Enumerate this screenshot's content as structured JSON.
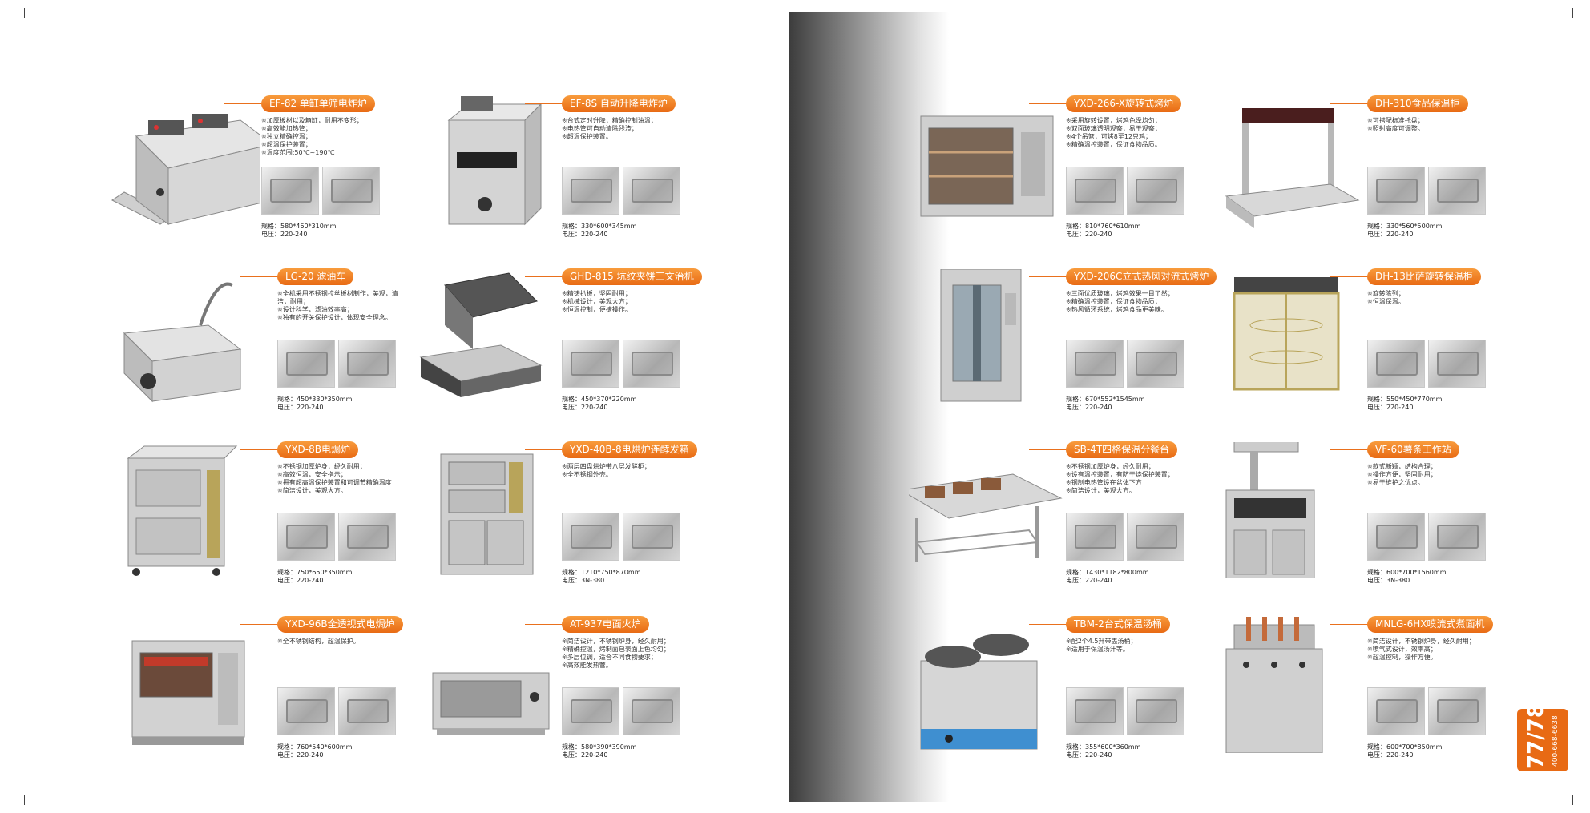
{
  "page_number": "77/78",
  "phone": "400-668-6638",
  "accent_color": "#e86a14",
  "products": [
    {
      "id": "ef82",
      "title": "EF-82 单缸单筛电炸炉",
      "features": [
        "加厚板材以及箱缸，耐用不变形；",
        "高效能加热管；",
        "独立精确控温；",
        "超温保护装置；",
        "温度范围:50℃~190℃"
      ],
      "spec_size": "规格：580*460*310mm",
      "spec_voltage": "电压：220-240"
    },
    {
      "id": "ef8s",
      "title": "EF-8S 自动升降电炸炉",
      "features": [
        "台式定时升降，精确控制油温；",
        "电热管可自动清除残渣；",
        "超温保护装置。"
      ],
      "spec_size": "规格：330*600*345mm",
      "spec_voltage": "电压：220-240"
    },
    {
      "id": "lg20",
      "title": "LG-20  滤油车",
      "features": [
        "全机采用不锈钢拉丝板材制作，美观，清洁，耐用；",
        "设计科学，滤油效率高；",
        "独有的开关保护设计，体现安全理念。"
      ],
      "spec_size": "规格：450*330*350mm",
      "spec_voltage": "电压：220-240"
    },
    {
      "id": "ghd815",
      "title": "GHD-815 坑纹夹饼三文治机",
      "features": [
        "精铸扒板，坚固耐用；",
        "机械设计，美观大方；",
        "恒温控制，便捷操作。"
      ],
      "spec_size": "规格：450*370*220mm",
      "spec_voltage": "电压：220-240"
    },
    {
      "id": "yxd8b",
      "title": "YXD-8B电焗炉",
      "features": [
        "不锈钢加厚炉身，经久耐用；",
        "高效恒温，安全指示；",
        "拥有超高温保护装置和可调节精确温度",
        "简洁设计，美观大方。"
      ],
      "spec_size": "规格：750*650*350mm",
      "spec_voltage": "电压：220-240"
    },
    {
      "id": "yxd40b",
      "title": "YXD-40B-8电烘炉连酵发箱",
      "features": [
        "两层四盘烘炉带八层发酵柜；",
        "全不锈钢外壳。"
      ],
      "spec_size": "规格：1210*750*870mm",
      "spec_voltage": "电压：3N-380"
    },
    {
      "id": "yxd96b",
      "title": "YXD-96B全透视式电焗炉",
      "features": [
        "全不锈钢结构，超温保护。"
      ],
      "spec_size": "规格：760*540*600mm",
      "spec_voltage": "电压：220-240"
    },
    {
      "id": "at937",
      "title": "AT-937电面火炉",
      "features": [
        "简洁设计，不锈钢炉身，经久耐用；",
        "精确控温，烤制面包表面上色均匀；",
        "多层位调，适合不同食物要求；",
        "高效能发热管。"
      ],
      "spec_size": "规格：580*390*390mm",
      "spec_voltage": "电压：220-240"
    },
    {
      "id": "yxd266",
      "title": "YXD-266-X旋转式烤炉",
      "features": [
        "采用旋转设置，烤鸡色泽均匀；",
        "双面玻璃透明观察，易于观察；",
        "4个吊篮，可烤8至12只鸡；",
        "精确温控装置，保证食物品质。"
      ],
      "spec_size": "规格：810*760*610mm",
      "spec_voltage": "电压：220-240"
    },
    {
      "id": "dh310",
      "title": "DH-310食品保温柜",
      "features": [
        "可搭配标准托盘；",
        "照射高度可调整。"
      ],
      "spec_size": "规格：330*560*500mm",
      "spec_voltage": "电压：220-240"
    },
    {
      "id": "yxd206c",
      "title": "YXD-206C立式热风对流式烤炉",
      "features": [
        "三面优质玻璃，烤鸡效果一目了然；",
        "精确温控装置，保证食物品质；",
        "热风循环系统，烤鸡食品更美味。"
      ],
      "spec_size": "规格：670*552*1545mm",
      "spec_voltage": "电压：220-240"
    },
    {
      "id": "dh13",
      "title": "DH-13比萨旋转保温柜",
      "features": [
        "旋转陈列；",
        "恒温保温。"
      ],
      "spec_size": "规格：550*450*770mm",
      "spec_voltage": "电压：220-240"
    },
    {
      "id": "sb4t",
      "title": "SB-4T四格保温分餐台",
      "features": [
        "不锈钢加厚炉身，经久耐用；",
        "设有温控装置，有防干烧保护装置；",
        "钢制电热管设在盆体下方",
        "简洁设计，美观大方。"
      ],
      "spec_size": "规格：1430*1182*800mm",
      "spec_voltage": "电压：220-240"
    },
    {
      "id": "vf60",
      "title": "VF-60薯条工作站",
      "features": [
        "款式新颖，结构合理；",
        "操作方便，坚固耐用；",
        "易于维护之优点。"
      ],
      "spec_size": "规格：600*700*1560mm",
      "spec_voltage": "电压：3N-380"
    },
    {
      "id": "tbm2",
      "title": "TBM-2台式保温汤桶",
      "features": [
        "配2个4.5升带盖汤桶；",
        "适用于保温汤汁等。"
      ],
      "spec_size": "规格：355*600*360mm",
      "spec_voltage": "电压：220-240"
    },
    {
      "id": "mnlg6hx",
      "title": "MNLG-6HX喷流式煮面机",
      "features": [
        "简洁设计，不锈钢炉身，经久耐用；",
        "喷气式设计，效率高；",
        "超温控制，操作方便。"
      ],
      "spec_size": "规格：600*700*850mm",
      "spec_voltage": "电压：220-240"
    }
  ]
}
